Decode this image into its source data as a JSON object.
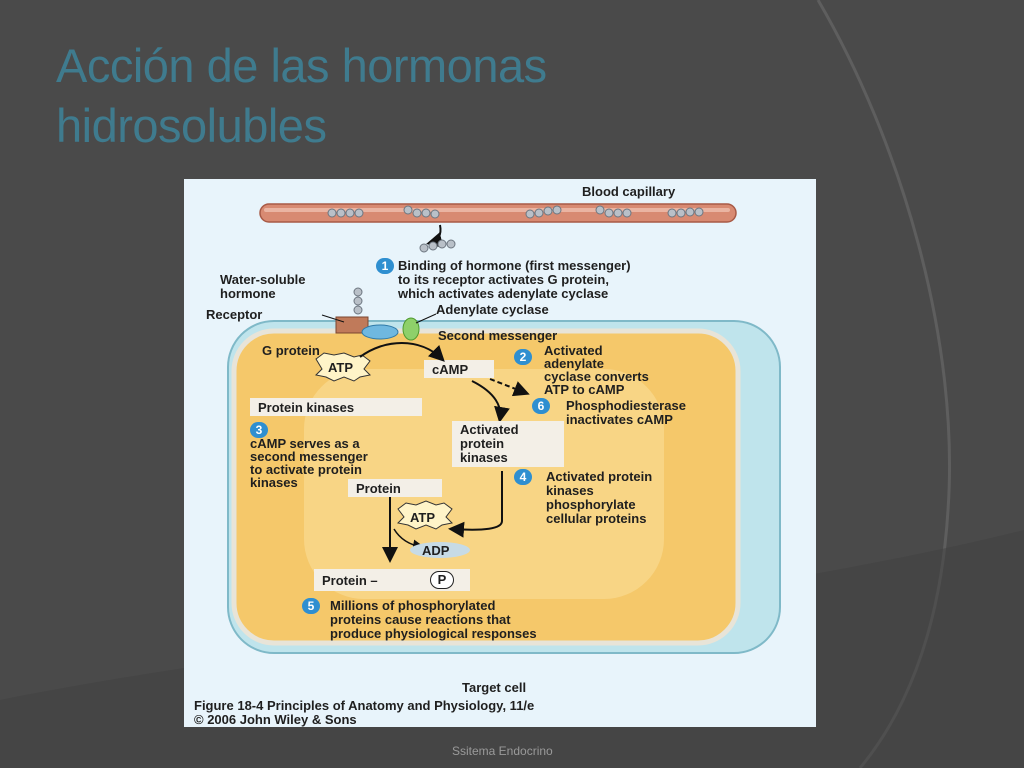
{
  "slide": {
    "title_line1": "Acción de las hormonas",
    "title_line2": "hidrosolubles",
    "footer": "Ssitema Endocrino"
  },
  "figure": {
    "blood_capillary": "Blood capillary",
    "water_soluble_line1": "Water-soluble",
    "water_soluble_line2": "hormone",
    "receptor": "Receptor",
    "adenylate_cyclase": "Adenylate cyclase",
    "g_protein": "G protein",
    "atp": "ATP",
    "camp": "cAMP",
    "second_messenger": "Second messenger",
    "protein_kinases": "Protein kinases",
    "activated_kinases": [
      "Activated",
      "protein",
      "kinases"
    ],
    "protein": "Protein",
    "adp": "ADP",
    "protein_p": "Protein –",
    "p": "P",
    "target_cell": "Target cell",
    "caption_line1": "Figure 18-4 Principles of Anatomy and Physiology, 11/e",
    "caption_line2": "© 2006 John Wiley & Sons",
    "steps": [
      {
        "num": "1",
        "lines": [
          "Binding of hormone (first messenger)",
          "to its receptor activates G protein,",
          "which activates adenylate cyclase"
        ]
      },
      {
        "num": "2",
        "lines": [
          "Activated",
          "adenylate",
          "cyclase converts",
          "ATP to cAMP"
        ]
      },
      {
        "num": "3",
        "lines": [
          "cAMP serves as a",
          "second messenger",
          "to activate protein",
          "kinases"
        ]
      },
      {
        "num": "4",
        "lines": [
          "Activated protein",
          "kinases",
          "phosphorylate",
          "cellular proteins"
        ]
      },
      {
        "num": "5",
        "lines": [
          "Millions of phosphorylated",
          "proteins cause reactions that",
          "produce physiological responses"
        ]
      },
      {
        "num": "6",
        "lines": [
          "Phosphodiesterase",
          "inactivates cAMP"
        ]
      }
    ]
  }
}
